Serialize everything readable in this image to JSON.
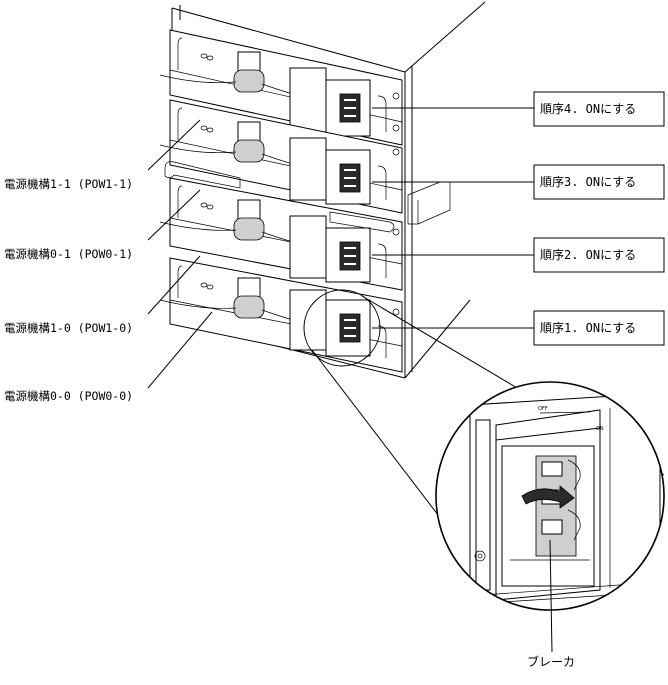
{
  "left_labels": [
    "電源機構1-1 (POW1-1)",
    "電源機構0-1 (POW0-1)",
    "電源機構1-0 (POW1-0)",
    "電源機構0-0 (POW0-0)"
  ],
  "steps": [
    "順序4. ONにする",
    "順序3. ONにする",
    "順序2. ONにする",
    "順序1. ONにする"
  ],
  "breaker_label": "ブレーカ",
  "switch_off_label": "OFF",
  "switch_on_label": "ON"
}
